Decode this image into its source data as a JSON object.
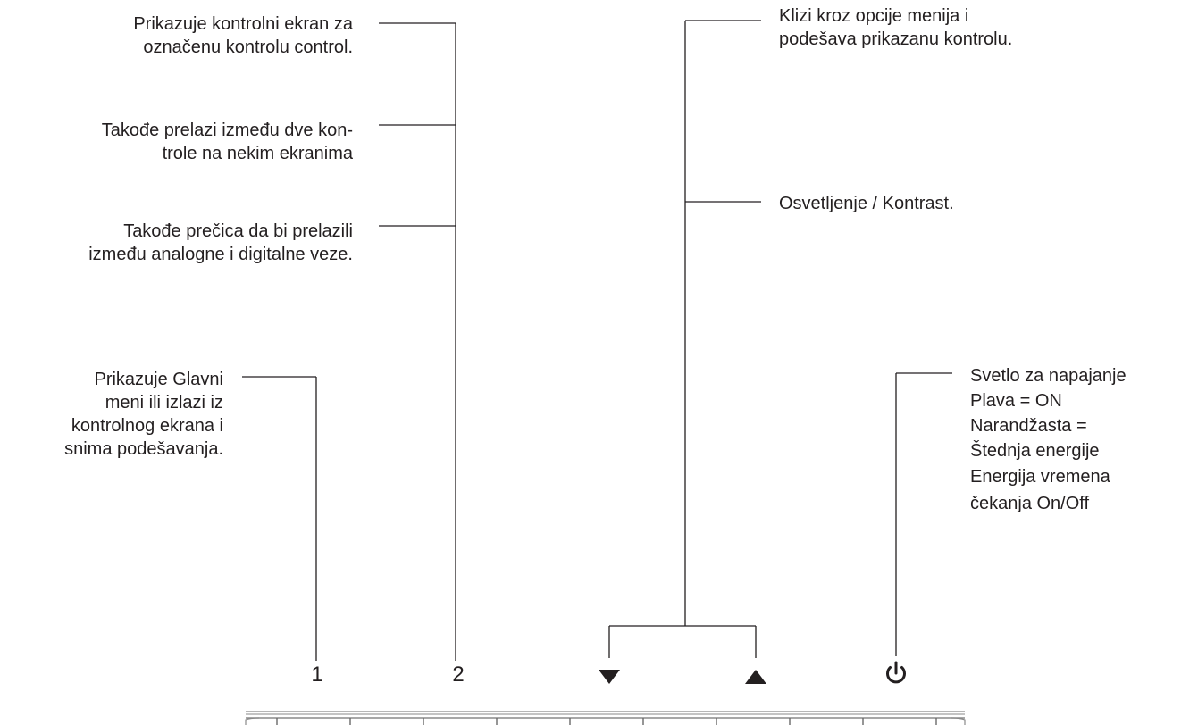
{
  "callouts": {
    "select_1": "Prikazuje kontrolni ekran za",
    "select_2": "označenu kontrolu  control.",
    "toggle_1": "Takođe prelazi između dve kon-",
    "toggle_2": "trole na nekim ekranima",
    "shortcut_1": "Takođe prečica da bi prelazili",
    "shortcut_2": "između analogne i digitalne veze.",
    "menu_1": "Prikazuje Glavni",
    "menu_2": "meni ili izlazi iz",
    "menu_3": "kontrolnog ekrana i",
    "menu_4": "snima podešavanja.",
    "scroll_1": "Klizi kroz opcije menija i",
    "scroll_2": "podešava prikazanu kontrolu.",
    "brightness": "Osvetljenje / Kontrast.",
    "power_1": "Svetlo za napajanje",
    "power_2": "Plava = ON",
    "power_3": "Narandžasta =",
    "power_4": "Štednja energije",
    "power_5": "Energija vremena",
    "power_6": "čekanja On/Off"
  },
  "buttons": {
    "button_1": "1",
    "button_2": "2",
    "down_icon": "down-triangle-icon",
    "up_icon": "up-triangle-icon",
    "power_icon": "power-icon"
  },
  "colors": {
    "line": "#231f20",
    "text": "#231f20",
    "bezel": "#8a8a8a"
  }
}
